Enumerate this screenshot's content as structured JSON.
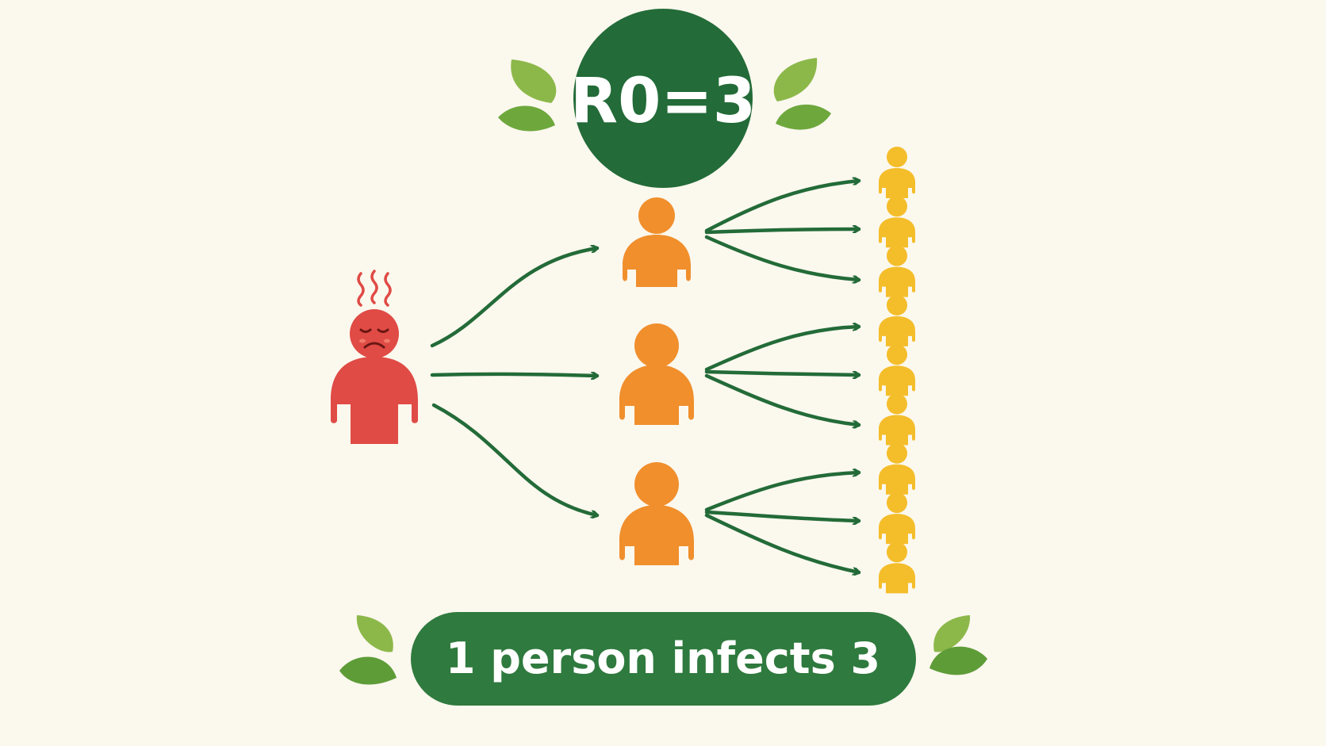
{
  "badge": {
    "text": "R0=3"
  },
  "caption": {
    "text": "1 person infects 3"
  },
  "colors": {
    "background": "#fbf8ee",
    "badge": "#236b38",
    "caption": "#2f7a3e",
    "arrow": "#236b38",
    "patient_zero": "#e04b45",
    "first_generation": "#f08f2c",
    "second_generation": "#f4bd2a",
    "leaf_light": "#8cb84a",
    "leaf_dark": "#5e9c37"
  },
  "diagram": {
    "patient_zero_count": 1,
    "first_generation_count": 3,
    "second_generation_count": 9,
    "infections_per_person": 3,
    "patient_zero_icons": [
      "sick-face-icon",
      "fever-heat-icon"
    ]
  }
}
